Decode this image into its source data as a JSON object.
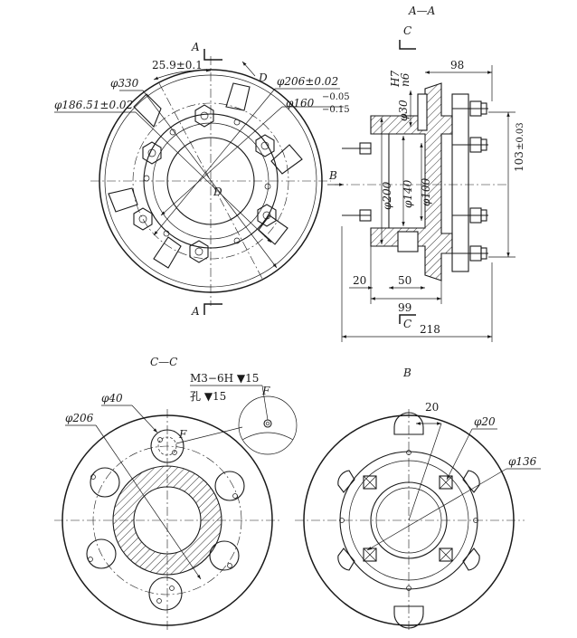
{
  "section_titles": {
    "aa": "A—A",
    "cc": "C—C",
    "b": "B"
  },
  "cut_letters": {
    "a_top": "A",
    "a_bottom": "A",
    "c_top": "C",
    "c_bottom": "C",
    "b_arrow": "B",
    "d_arrow": "D",
    "d_center": "D",
    "f_callout": "F",
    "f_detail": "F"
  },
  "front_view": {
    "dims": {
      "angle": "25.9±0.1",
      "d330": "φ330",
      "d186": "φ186.51±0.02",
      "d206": "φ206±0.02",
      "d160_base": "φ160",
      "d160_upper": "−0.05",
      "d160_lower": "−0.15"
    }
  },
  "section_view": {
    "dims": {
      "fit_h7": "H7",
      "fit_n6": "n6",
      "fit_d30": "φ30",
      "len_98": "98",
      "len_103": "103",
      "tol_103": "±0.03",
      "d200": "φ200",
      "d140": "φ140",
      "d100": "φ100",
      "len_20": "20",
      "len_50": "50",
      "len_99": "99",
      "len_218": "218"
    }
  },
  "cc_view": {
    "note_line1": "M3−6H ▼15",
    "note_line2": "孔 ▼15",
    "dims": {
      "d40": "φ40",
      "d206": "φ206"
    }
  },
  "b_view": {
    "dims": {
      "len_20": "20",
      "d20": "φ20",
      "d136": "φ136"
    }
  }
}
